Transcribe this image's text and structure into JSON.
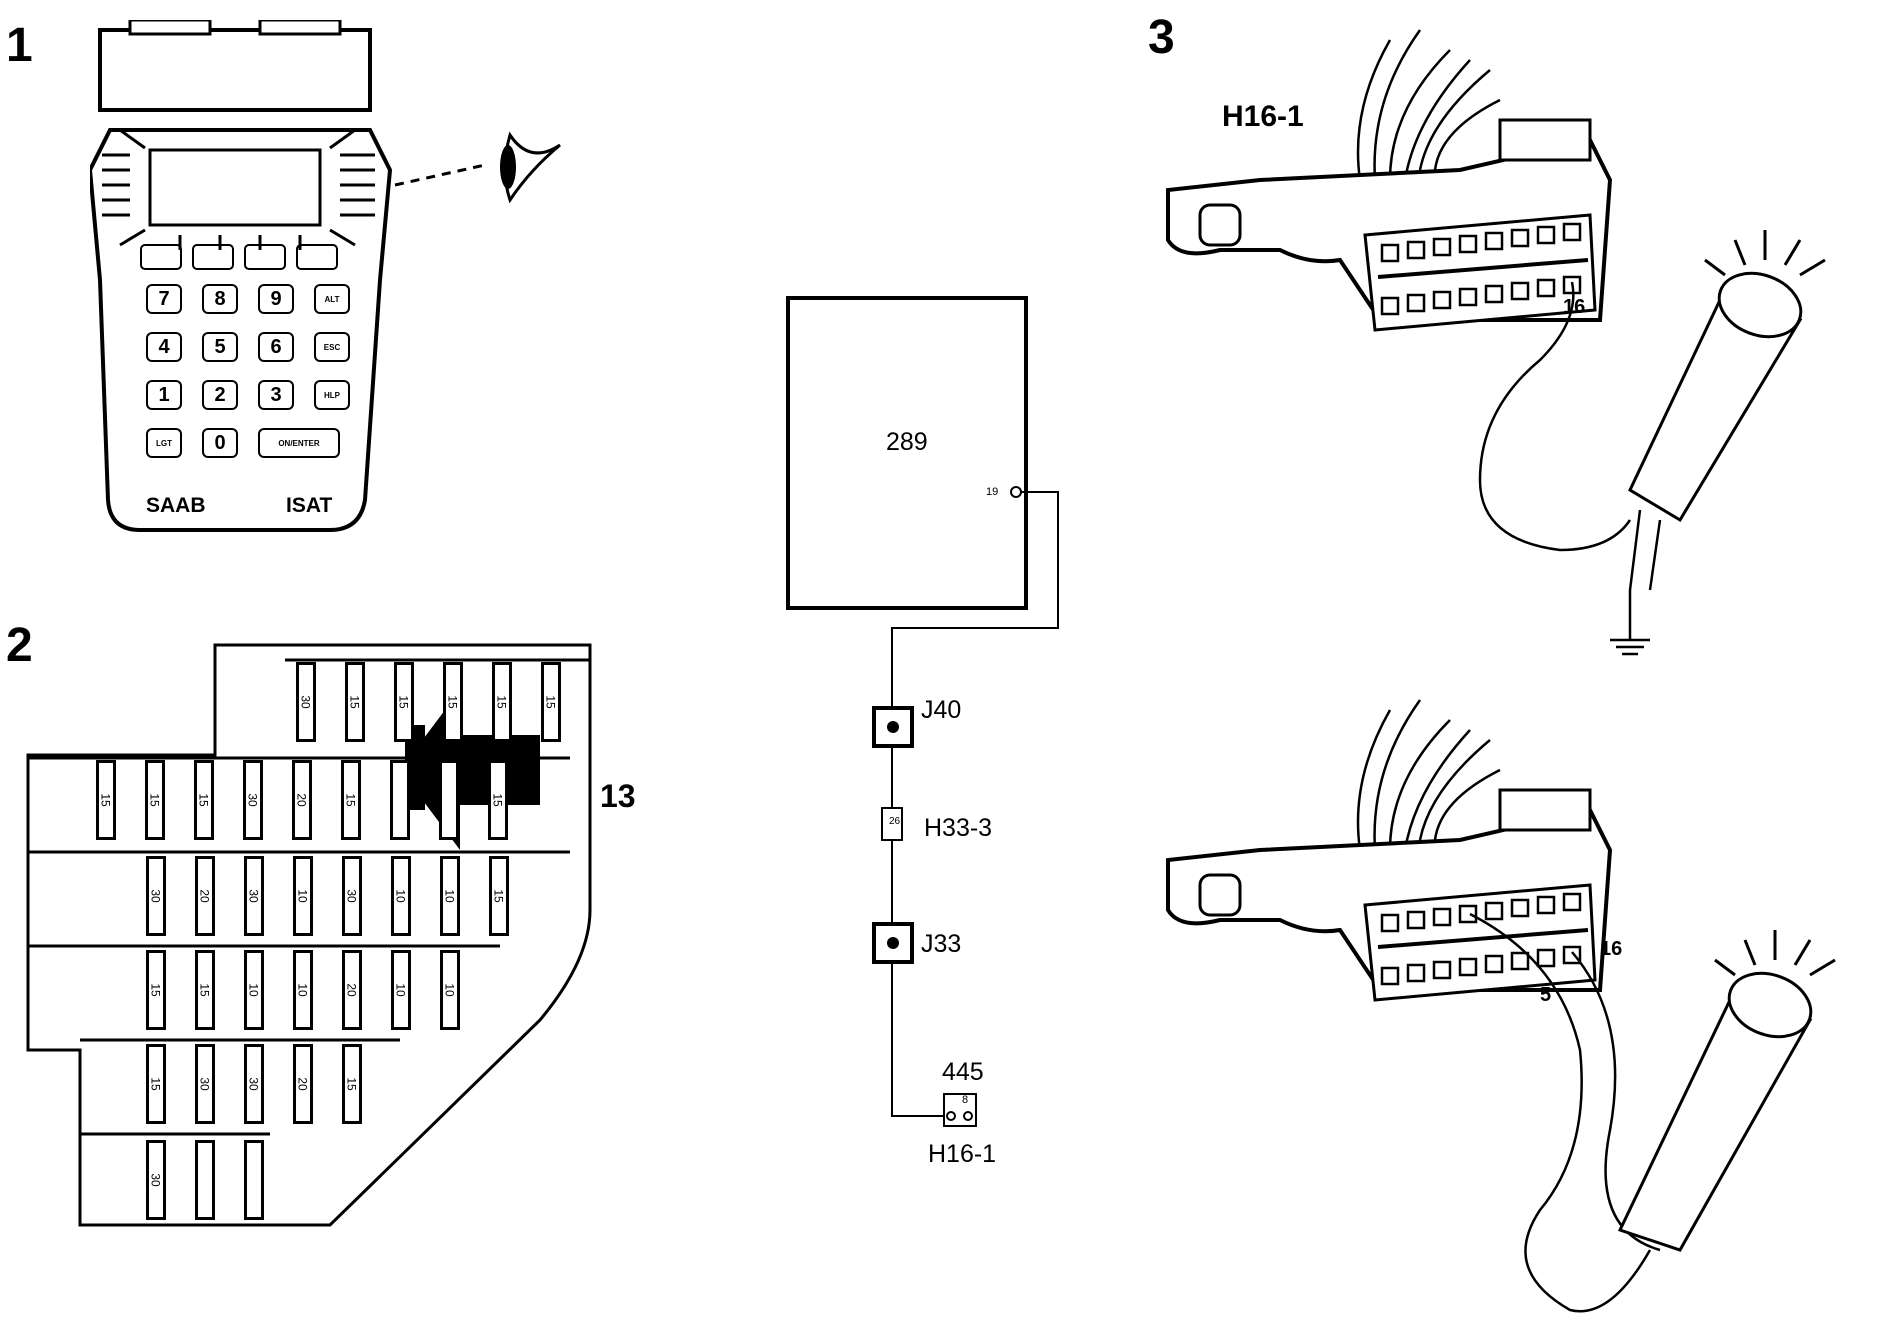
{
  "panels": {
    "p1": {
      "number": "1"
    },
    "p2": {
      "number": "2"
    },
    "p3": {
      "number": "3"
    }
  },
  "isat": {
    "brand": "SAAB",
    "model": "ISAT",
    "keys": [
      [
        "7",
        "8",
        "9",
        "ALT"
      ],
      [
        "4",
        "5",
        "6",
        "ESC"
      ],
      [
        "1",
        "2",
        "3",
        "HLP"
      ],
      [
        "LGT",
        "0",
        "ON/ENTER"
      ]
    ]
  },
  "fusebox": {
    "callout": "13",
    "rows": [
      [
        "30",
        "15",
        "15",
        "15",
        "15",
        "15"
      ],
      [
        "15",
        "15",
        "15",
        "30",
        "20",
        "15",
        "",
        "",
        "15"
      ],
      [
        "30",
        "20",
        "30",
        "10",
        "30",
        "10",
        "10",
        "15"
      ],
      [
        "15",
        "15",
        "10",
        "10",
        "20",
        "10",
        "10"
      ],
      [
        "15",
        "30",
        "30",
        "20",
        "15"
      ],
      [
        "30",
        "",
        ""
      ]
    ]
  },
  "schematic": {
    "module": "289",
    "module_pin": "19",
    "junction1": "J40",
    "connector1": "H33-3",
    "connector1_pin": "26",
    "junction2": "J33",
    "wire": "445",
    "connector2_pin": "8",
    "connector2": "H16-1"
  },
  "obd": {
    "connector_label": "H16-1",
    "pin_top": "16",
    "pin_bottom_a": "16",
    "pin_bottom_b": "5"
  }
}
